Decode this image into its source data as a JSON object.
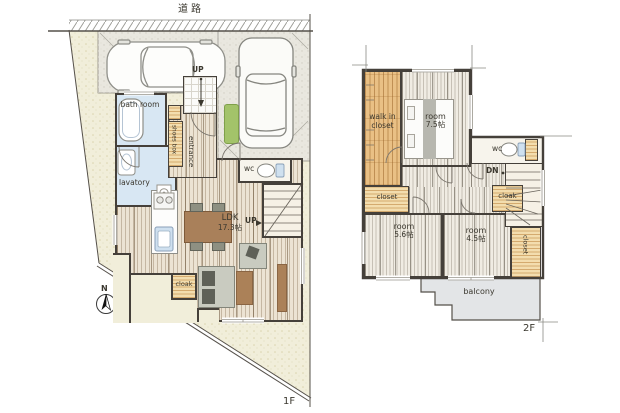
{
  "document_type": "residential floor plan",
  "floor1": {
    "name": "1F",
    "road_label": "道路",
    "compass_north": "N",
    "porch_up_label": "UP",
    "stairs_up_label": "UP",
    "rooms": {
      "bath_room": "bath room",
      "lavatory": "lavatory",
      "shoes_box": "shoes box",
      "entrance": "entrance",
      "wc": "wc",
      "ldk_name": "LDK",
      "ldk_area": "17.3帖",
      "cloak": "cloak"
    }
  },
  "floor2": {
    "name": "2F",
    "stairs_down_label": "DN",
    "rooms": {
      "walk_in_closet": "walk in closet",
      "main_bedroom_name": "room",
      "main_bedroom_area": "7.5帖",
      "wc": "wc",
      "closet_west": "closet",
      "cloak": "cloak",
      "bedroom2_name": "room",
      "bedroom2_area": "5.6帖",
      "bedroom3_name": "room",
      "bedroom3_area": "4.5帖",
      "closet_east": "closet",
      "balcony": "balcony"
    }
  },
  "legend_colors": {
    "wet_area_floor": "#d8e7f3",
    "wood_floor_1f": "#ece3d3",
    "wood_floor_2f": "#f0ece3",
    "closet_wood": "#f3ddae",
    "walk_in_closet_wood": "#e9c085",
    "plants_green": "#a3c36a",
    "balcony_gray": "#e3e5e7",
    "lot_ground": "#f1eeda",
    "parking_concrete": "#e9e7df"
  }
}
